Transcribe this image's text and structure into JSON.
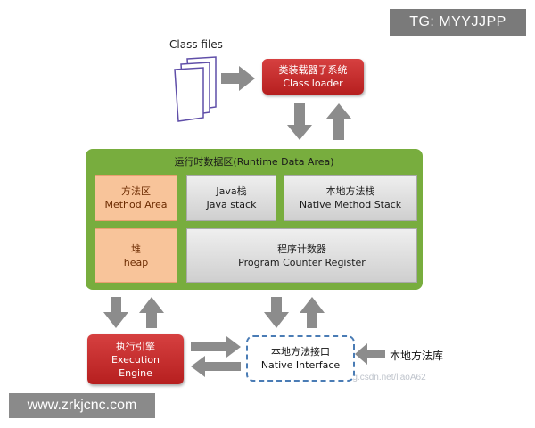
{
  "watermarks": {
    "top": "TG: MYYJJPP",
    "bottom": "www.zrkjcnc.com",
    "faint_url": "https://blog.csdn.net/liaoA62"
  },
  "class_files": {
    "label": "Class files"
  },
  "class_loader": {
    "cn": "类装载器子系统",
    "en": "Class loader"
  },
  "runtime_area": {
    "title": "运行时数据区(Runtime Data Area)",
    "method_area": {
      "cn": "方法区",
      "en": "Method Area"
    },
    "heap": {
      "cn": "堆",
      "en": "heap"
    },
    "java_stack": {
      "cn": "Java栈",
      "en": "Java stack"
    },
    "native_method_stack": {
      "cn": "本地方法栈",
      "en": "Native Method Stack"
    },
    "pc_register": {
      "cn": "程序计数器",
      "en": "Program Counter Register"
    }
  },
  "execution_engine": {
    "cn": "执行引擎",
    "en_line1": "Execution",
    "en_line2": "Engine"
  },
  "native_interface": {
    "cn": "本地方法接口",
    "en": "Native Interface"
  },
  "native_library": {
    "label": "本地方法库"
  },
  "colors": {
    "runtime_area": "#78ad3e",
    "red_box": "#c62828",
    "orange_box": "#f8c49a",
    "gray_box": "#dcdcdc",
    "arrow": "#8c8c8c",
    "dashed_border": "#4a7cb5",
    "file_icon": "#5f4ea8"
  }
}
